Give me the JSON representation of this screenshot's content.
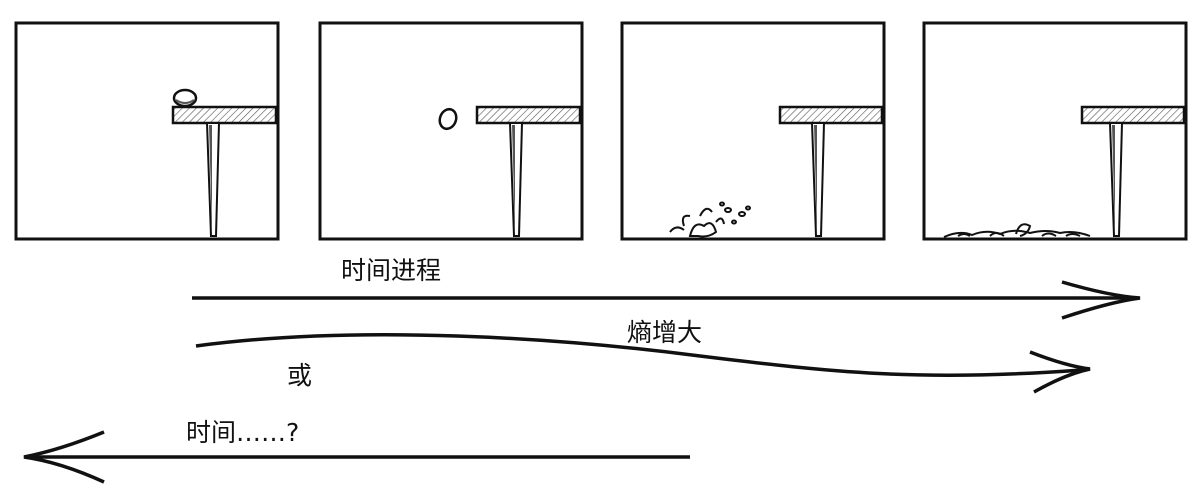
{
  "labels": {
    "time_progress": "时间进程",
    "entropy_increase": "熵增大",
    "or": "或",
    "time_question": "时间……?"
  },
  "panels": [
    {
      "name": "egg-on-table"
    },
    {
      "name": "egg-falling"
    },
    {
      "name": "egg-splattering"
    },
    {
      "name": "egg-broken-on-floor"
    }
  ],
  "colors": {
    "ink": "#111111",
    "background": "#ffffff"
  }
}
